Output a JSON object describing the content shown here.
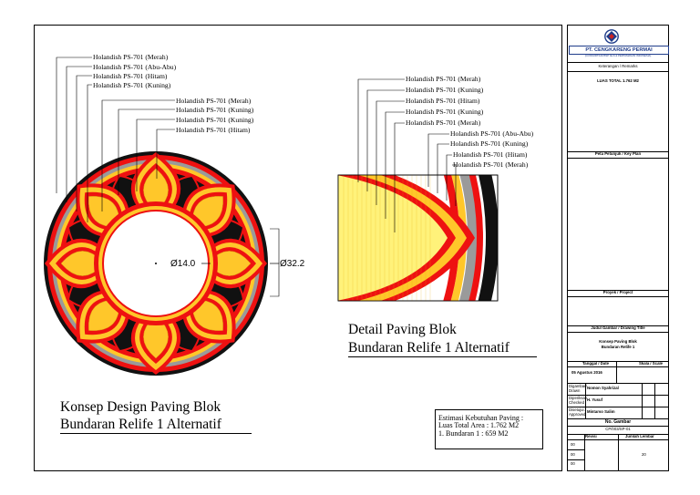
{
  "left_labels_top": [
    "Holandish PS-701 (Merah)",
    "Holandish PS-701 (Abu-Abu)",
    "Holandish PS-701 (Hitam)",
    "Holandish PS-701 (Kuning)"
  ],
  "left_labels_mid": [
    "Holandish PS-701 (Merah)",
    "Holandish PS-701 (Kuning)",
    "Holandish PS-701 (Kuning)",
    "Holandish PS-701 (Hitam)"
  ],
  "detail_labels": [
    "Holandish PS-701 (Merah)",
    "Holandish PS-701 (Kuning)",
    "Holandish PS-701 (Hitam)",
    "Holandish PS-701 (Kuning)",
    "Holandish PS-701 (Merah)",
    "Holandish PS-701 (Abu-Abu)",
    "Holandish PS-701 (Kuning)",
    "Holandish PS-701 (Hitam)",
    "Holandish PS-701 (Merah)"
  ],
  "dimensions": {
    "inner": "Ø14.0",
    "outer": "Ø32.2"
  },
  "titles": {
    "main_line1": "Konsep Design Paving Blok",
    "main_line2": "Bundaran Relife 1 Alternatif",
    "detail_line1": "Detail Paving Blok",
    "detail_line2": "Bundaran Relife 1 Alternatif"
  },
  "estimate": {
    "line1": "Estimasi Kebutuhan Paving :",
    "line2": "Luas Total Area : 1.762 M2",
    "line3": "1. Bundaran 1    :  659 M2"
  },
  "title_block": {
    "company": "PT. CENGKARENG PERMAI",
    "company_sub": "(CONSORTIUM BSP 'ELS & PERTAMANAN INDONESIA)",
    "remarks_header": "Keterangan / Remarks",
    "remarks_value": "LUAS TOTAL 1.762 M2",
    "key_plan_header": "Peta Petunjuk / Key Plan",
    "project_header": "Proyek / Project",
    "drawing_title_header": "Judul Gambar / Drawing Title",
    "drawing_title_1": "Konsep Paving Blok",
    "drawing_title_2": "Bundaran Relife 1",
    "date_header": "Tanggal / Date",
    "scale_header": "Skala / Scale",
    "date_value": "05 Agustus 2016",
    "designed_label_1": "Digambar/",
    "designed_label_2": "Drawn",
    "designed_value": "Nomon Syahrizal",
    "checked_label_1": "Diperiksa /",
    "checked_label_2": "Checked",
    "checked_value": "H. Yusuf",
    "approved_label_1": "Disetujui /",
    "approved_label_2": "Approved",
    "approved_value": "Mintarso Salim",
    "drawing_no_header": "No. Gambar",
    "drawing_no_value": "CP/003/SP-01",
    "revisi_header": "Revisi",
    "sheets_header": "Jumlah Lembar",
    "rev_rows": [
      "00",
      "00",
      "00"
    ],
    "sheets_value": "20"
  },
  "colors": {
    "red": "#ee1111",
    "yellow": "#ffc72a",
    "black": "#111111",
    "gray": "#9a9a9a",
    "pale_yellow": "#fff27a",
    "logo_blue": "#1f3c8a",
    "logo_red": "#cc2222"
  }
}
